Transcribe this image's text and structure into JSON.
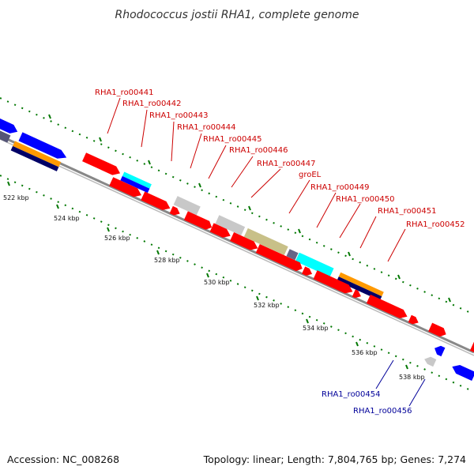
{
  "title": "Rhodococcus jostii RHA1, complete genome",
  "footer": {
    "accession": "Accession: NC_008268",
    "summary": "Topology: linear; Length: 7,804,765 bp; Genes: 7,274"
  },
  "scale_labels": [
    "522 kbp",
    "524 kbp",
    "526 kbp",
    "528 kbp",
    "530 kbp",
    "532 kbp",
    "534 kbp",
    "536 kbp",
    "538 kbp"
  ],
  "forward_gene_labels": [
    "RHA1_ro00441",
    "RHA1_ro00442",
    "RHA1_ro00443",
    "RHA1_ro00444",
    "RHA1_ro00445",
    "RHA1_ro00446",
    "RHA1_ro00447",
    "groEL",
    "RHA1_ro00449",
    "RHA1_ro00450",
    "RHA1_ro00451",
    "RHA1_ro00452"
  ],
  "reverse_gene_labels": [
    "RHA1_ro00454",
    "RHA1_ro00456"
  ],
  "colors": {
    "forward_label": "#cc0000",
    "reverse_label": "#000099",
    "gene_red": "#ff0000",
    "gene_blue": "#0000ff",
    "gene_cyan": "#00ffff",
    "gene_orange": "#ff9900",
    "gene_navy": "#000066",
    "gene_grey": "#c8c8c8",
    "gene_olive": "#c8c088",
    "backbone": "#888888",
    "tick": "#007700"
  }
}
